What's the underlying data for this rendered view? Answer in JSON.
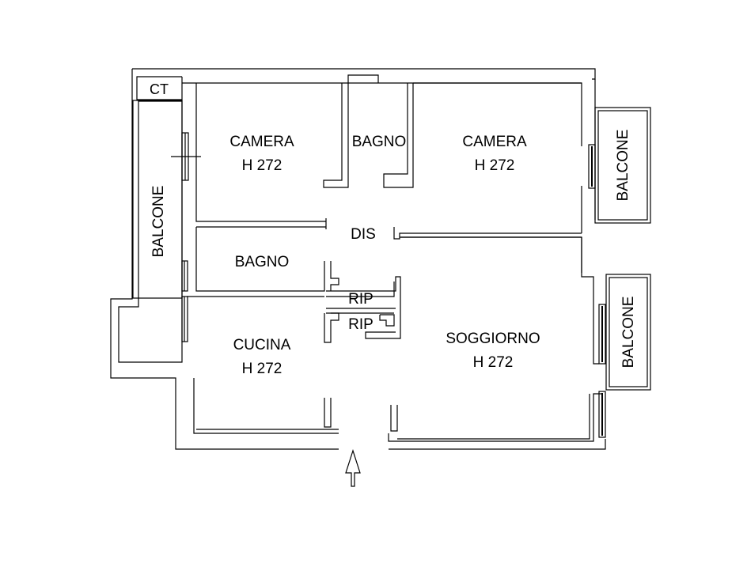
{
  "rooms": {
    "ct": "CT",
    "camera_left": {
      "name": "CAMERA",
      "height": "H 272"
    },
    "bagno_top": "BAGNO",
    "camera_right": {
      "name": "CAMERA",
      "height": "H 272"
    },
    "balcone_left": "BALCONE",
    "balcone_right_top": "BALCONE",
    "balcone_right_bottom": "BALCONE",
    "dis": "DIS",
    "bagno_mid": "BAGNO",
    "rip_top": "RIP",
    "rip_bottom": "RIP",
    "cucina": {
      "name": "CUCINA",
      "height": "H 272"
    },
    "soggiorno": {
      "name": "SOGGIORNO",
      "height": "H 272"
    }
  },
  "entrance_icon": "arrow-up-icon",
  "colors": {
    "line": "#000000",
    "background": "#ffffff"
  }
}
